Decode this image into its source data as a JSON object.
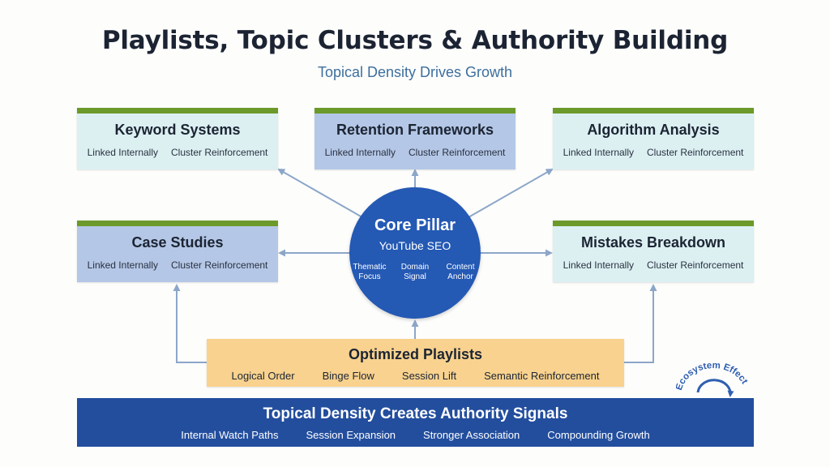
{
  "title": "Playlists, Topic Clusters & Authority Building",
  "subtitle": "Topical Density Drives Growth",
  "topics": {
    "keyword": {
      "title": "Keyword Systems",
      "tags": [
        "Linked Internally",
        "Cluster Reinforcement"
      ]
    },
    "retention": {
      "title": "Retention Frameworks",
      "tags": [
        "Linked Internally",
        "Cluster Reinforcement"
      ]
    },
    "algorithm": {
      "title": "Algorithm Analysis",
      "tags": [
        "Linked Internally",
        "Cluster Reinforcement"
      ]
    },
    "cases": {
      "title": "Case Studies",
      "tags": [
        "Linked Internally",
        "Cluster Reinforcement"
      ]
    },
    "mistakes": {
      "title": "Mistakes Breakdown",
      "tags": [
        "Linked Internally",
        "Cluster Reinforcement"
      ]
    }
  },
  "pillar": {
    "title": "Core Pillar",
    "subtitle": "YouTube SEO",
    "tags": [
      "Thematic Focus",
      "Domain Signal",
      "Content Anchor"
    ]
  },
  "playlists": {
    "title": "Optimized Playlists",
    "tags": [
      "Logical Order",
      "Binge Flow",
      "Session Lift",
      "Semantic Reinforcement"
    ]
  },
  "banner": {
    "title": "Topical Density Creates Authority Signals",
    "tags": [
      "Internal Watch Paths",
      "Session Expansion",
      "Stronger Association",
      "Compounding Growth"
    ]
  },
  "ecosystem": {
    "label": "Ecosystem Effect"
  },
  "colors": {
    "pillar": "#2459b4",
    "banner": "#234e9e",
    "playlists": "#f8d28e",
    "topic_light": "#dcf0f2",
    "topic_blue": "#b4c7e6",
    "topic_accent": "#6c9a2a",
    "arrow": "#8ca6c8"
  }
}
